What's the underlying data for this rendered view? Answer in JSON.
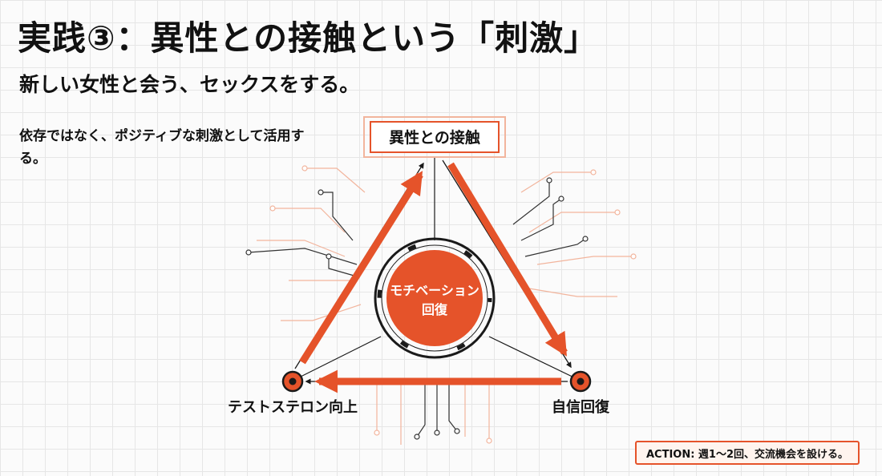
{
  "slide": {
    "title": "実践③：異性との接触という「刺激」",
    "subtitle": "新しい女性と会う、セックスをする。",
    "description": "依存ではなく、ポジティブな刺激として活用する。"
  },
  "diagram": {
    "top_node": "異性との接触",
    "left_node": "テストステロン向上",
    "right_node": "自信回復",
    "center_line1": "モチベーション",
    "center_line2": "回復"
  },
  "action": "ACTION: 週1〜2回、交流機会を設ける。",
  "colors": {
    "accent": "#e5532a",
    "accent_light": "#f2b59d",
    "dark": "#1a1a1a"
  }
}
